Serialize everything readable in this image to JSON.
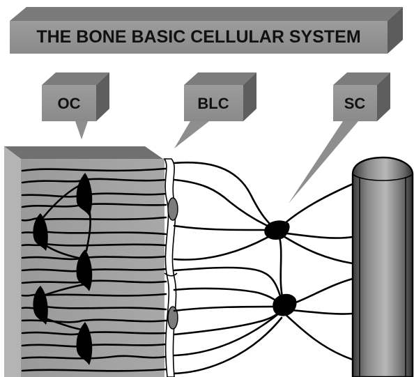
{
  "title": "THE BONE BASIC CELLULAR SYSTEM",
  "labels": {
    "oc": "OC",
    "blc": "BLC",
    "sc": "SC"
  }
}
